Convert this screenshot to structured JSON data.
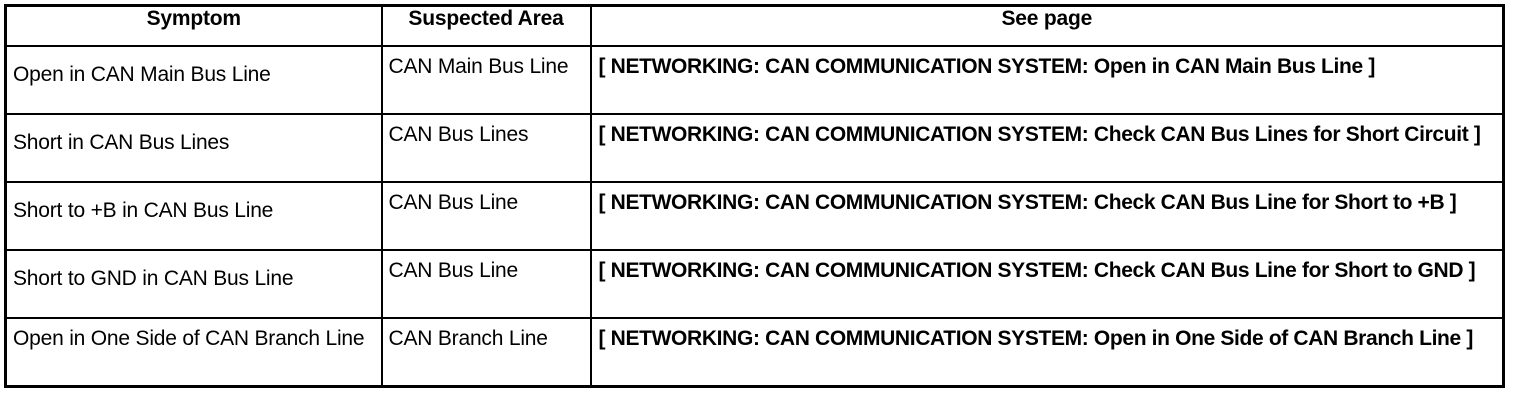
{
  "table": {
    "name": "symptom-table",
    "columns": [
      {
        "key": "symptom",
        "label": "Symptom"
      },
      {
        "key": "suspected_area",
        "label": "Suspected Area"
      },
      {
        "key": "see_page",
        "label": "See page"
      }
    ],
    "rows": [
      {
        "symptom": "Open in CAN Main Bus Line",
        "suspected_area": "CAN Main Bus Line",
        "see_page": "[ NETWORKING: CAN COMMUNICATION SYSTEM: Open in CAN Main Bus Line ]"
      },
      {
        "symptom": "Short in CAN Bus Lines",
        "suspected_area": "CAN Bus Lines",
        "see_page": "[ NETWORKING: CAN COMMUNICATION SYSTEM: Check CAN Bus Lines for Short Circuit ]"
      },
      {
        "symptom": "Short to +B in CAN Bus Line",
        "suspected_area": "CAN Bus Line",
        "see_page": "[ NETWORKING: CAN COMMUNICATION SYSTEM: Check CAN Bus Line for Short to +B ]"
      },
      {
        "symptom": "Short to GND in CAN Bus Line",
        "suspected_area": "CAN Bus Line",
        "see_page": "[ NETWORKING: CAN COMMUNICATION SYSTEM: Check CAN Bus Line for Short to GND ]"
      },
      {
        "symptom": "Open in One Side of CAN Branch Line",
        "suspected_area": "CAN Branch Line",
        "see_page": "[ NETWORKING: CAN COMMUNICATION SYSTEM: Open in One Side of CAN Branch Line ]"
      }
    ]
  },
  "colors": {
    "border": "#000000",
    "text": "#000000",
    "background": "#ffffff"
  }
}
